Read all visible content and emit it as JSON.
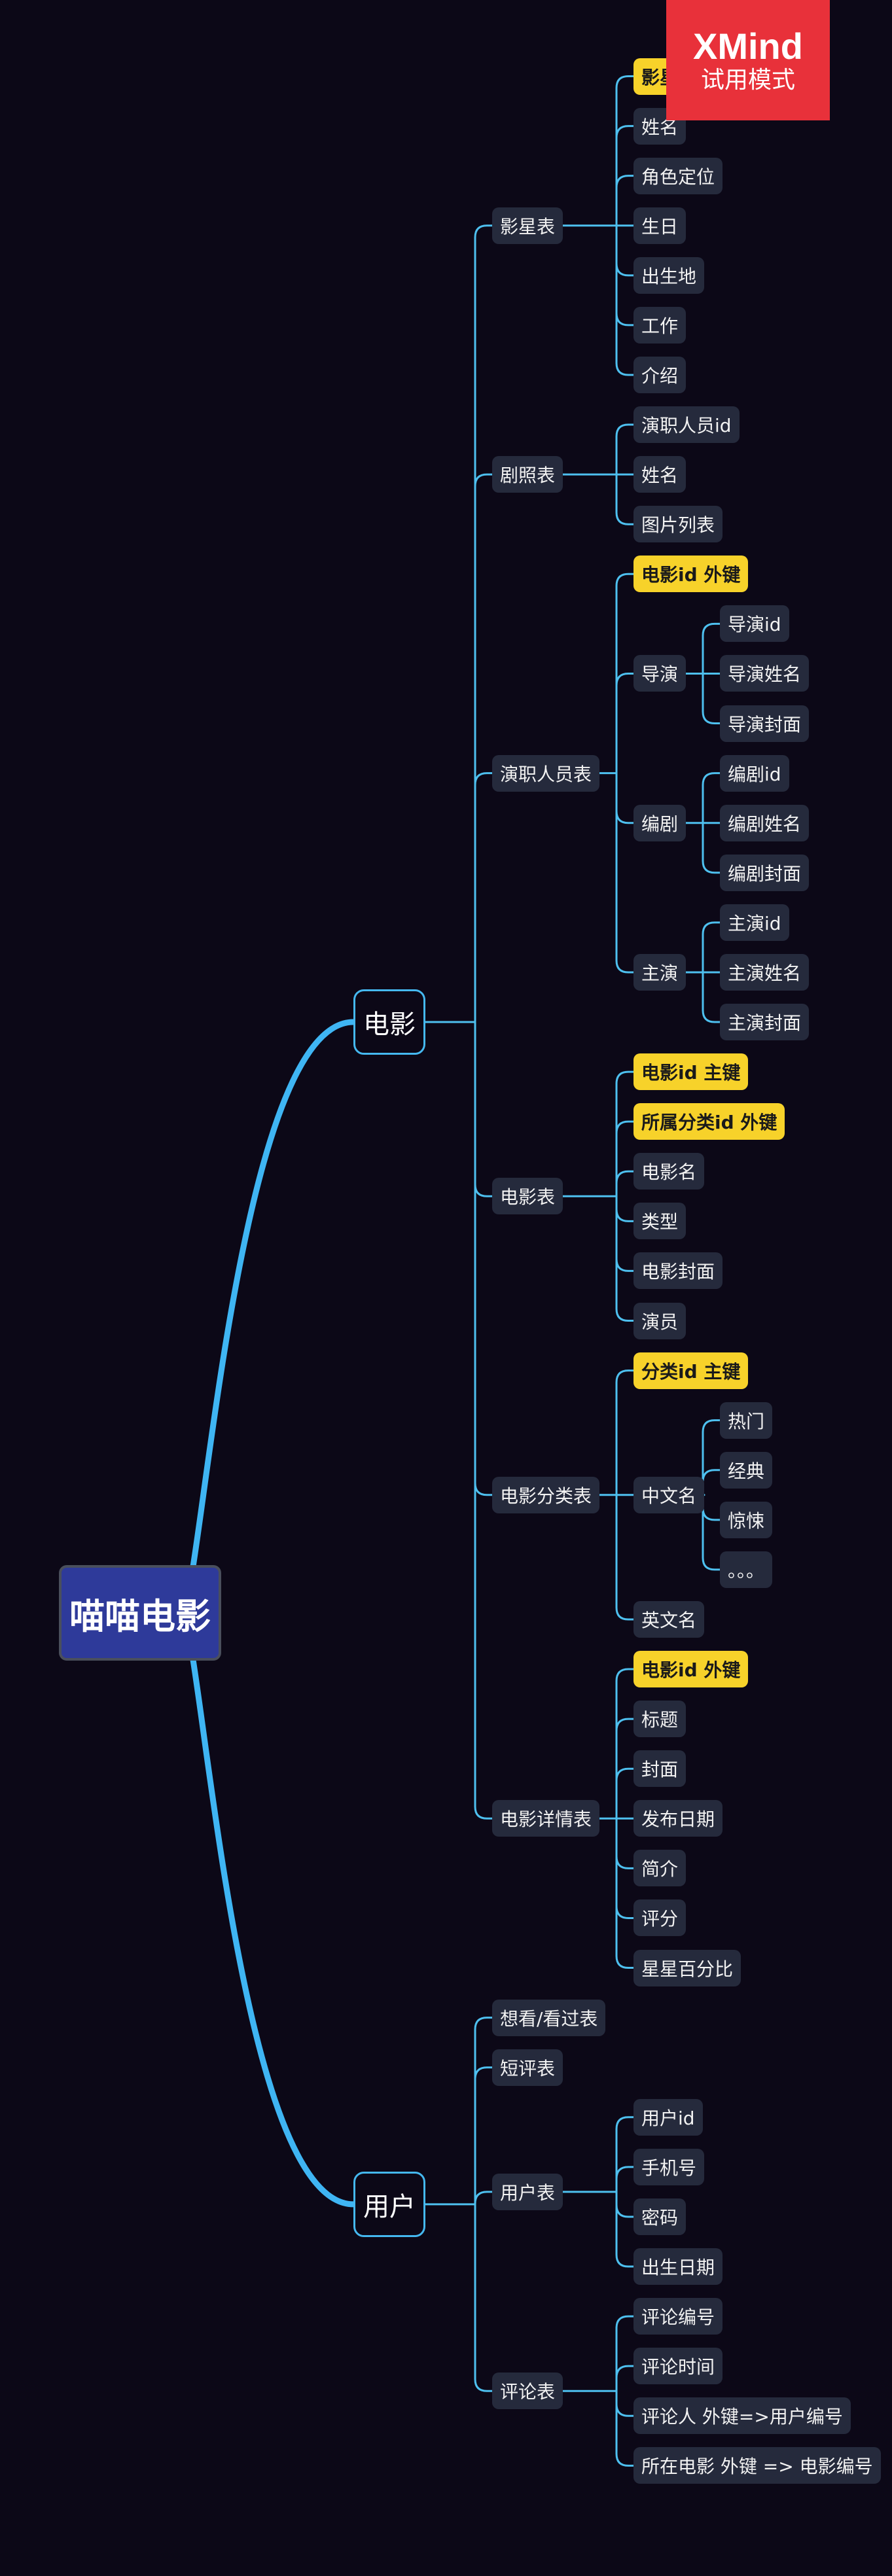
{
  "badge": {
    "brand": "XMind",
    "mode": "试用模式"
  },
  "tree": {
    "id": "root",
    "label": "喵喵电影",
    "children": [
      {
        "id": "movie",
        "label": "电影",
        "children": [
          {
            "id": "star-table",
            "label": "影星表",
            "children": [
              {
                "id": "star-id",
                "label": "影星 id",
                "key": true
              },
              {
                "id": "star-name",
                "label": "姓名"
              },
              {
                "id": "star-role",
                "label": "角色定位"
              },
              {
                "id": "star-birthday",
                "label": "生日"
              },
              {
                "id": "star-birthplace",
                "label": "出生地"
              },
              {
                "id": "star-work",
                "label": "工作"
              },
              {
                "id": "star-intro",
                "label": "介绍"
              }
            ]
          },
          {
            "id": "still-table",
            "label": "剧照表",
            "children": [
              {
                "id": "still-staff-id",
                "label": "演职人员id"
              },
              {
                "id": "still-name",
                "label": "姓名"
              },
              {
                "id": "still-pictures",
                "label": "图片列表"
              }
            ]
          },
          {
            "id": "crew-table",
            "label": "演职人员表",
            "children": [
              {
                "id": "crew-movie-id",
                "label": "电影id 外键",
                "key": true
              },
              {
                "id": "director",
                "label": "导演",
                "children": [
                  {
                    "id": "director-id",
                    "label": "导演id"
                  },
                  {
                    "id": "director-name",
                    "label": "导演姓名"
                  },
                  {
                    "id": "director-cover",
                    "label": "导演封面"
                  }
                ]
              },
              {
                "id": "writer",
                "label": "编剧",
                "children": [
                  {
                    "id": "writer-id",
                    "label": "编剧id"
                  },
                  {
                    "id": "writer-name",
                    "label": "编剧姓名"
                  },
                  {
                    "id": "writer-cover",
                    "label": "编剧封面"
                  }
                ]
              },
              {
                "id": "lead",
                "label": "主演",
                "children": [
                  {
                    "id": "lead-id",
                    "label": "主演id"
                  },
                  {
                    "id": "lead-name",
                    "label": "主演姓名"
                  },
                  {
                    "id": "lead-cover",
                    "label": "主演封面"
                  }
                ]
              }
            ]
          },
          {
            "id": "film-table",
            "label": "电影表",
            "children": [
              {
                "id": "film-id",
                "label": "电影id 主键",
                "key": true
              },
              {
                "id": "film-category-id",
                "label": "所属分类id 外键",
                "key": true
              },
              {
                "id": "film-name",
                "label": "电影名"
              },
              {
                "id": "film-type",
                "label": "类型"
              },
              {
                "id": "film-cover",
                "label": "电影封面"
              },
              {
                "id": "film-actors",
                "label": "演员"
              }
            ]
          },
          {
            "id": "category-table",
            "label": "电影分类表",
            "children": [
              {
                "id": "category-id",
                "label": "分类id 主键",
                "key": true
              },
              {
                "id": "category-cn-name",
                "label": "中文名",
                "children": [
                  {
                    "id": "cat-hot",
                    "label": "热门"
                  },
                  {
                    "id": "cat-classic",
                    "label": "经典"
                  },
                  {
                    "id": "cat-thriller",
                    "label": "惊悚"
                  },
                  {
                    "id": "cat-more",
                    "label": "。。。"
                  }
                ]
              },
              {
                "id": "category-en-name",
                "label": "英文名"
              }
            ]
          },
          {
            "id": "detail-table",
            "label": "电影详情表",
            "children": [
              {
                "id": "detail-movie-id",
                "label": "电影id 外键",
                "key": true
              },
              {
                "id": "detail-title",
                "label": "标题"
              },
              {
                "id": "detail-cover",
                "label": "封面"
              },
              {
                "id": "detail-release",
                "label": "发布日期"
              },
              {
                "id": "detail-summary",
                "label": "简介"
              },
              {
                "id": "detail-score",
                "label": "评分"
              },
              {
                "id": "detail-star-pct",
                "label": "星星百分比"
              }
            ]
          }
        ]
      },
      {
        "id": "user",
        "label": "用户",
        "children": [
          {
            "id": "want-watched-table",
            "label": "想看/看过表"
          },
          {
            "id": "short-review-table",
            "label": "短评表"
          },
          {
            "id": "user-table",
            "label": "用户表",
            "children": [
              {
                "id": "user-id",
                "label": "用户id"
              },
              {
                "id": "user-phone",
                "label": "手机号"
              },
              {
                "id": "user-password",
                "label": "密码"
              },
              {
                "id": "user-birthday",
                "label": "出生日期"
              }
            ]
          },
          {
            "id": "comment-table",
            "label": "评论表",
            "children": [
              {
                "id": "comment-no",
                "label": "评论编号"
              },
              {
                "id": "comment-time",
                "label": "评论时间"
              },
              {
                "id": "comment-user",
                "label": "评论人 外键=>用户编号"
              },
              {
                "id": "comment-movie",
                "label": "所在电影 外键 => 电影编号"
              }
            ]
          }
        ]
      }
    ]
  }
}
